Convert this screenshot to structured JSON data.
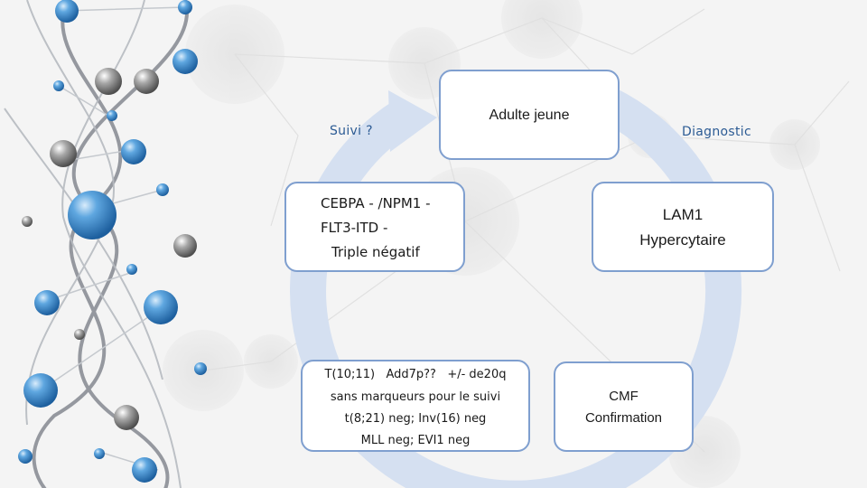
{
  "cycle": {
    "label_left": "Suivi ?",
    "label_right": "Diagnostic"
  },
  "boxes": {
    "top": {
      "line1": "Adulte jeune"
    },
    "left": {
      "line1": "CEBPA - /NPM1 -",
      "line2": "FLT3-ITD -",
      "line3": "Triple négatif"
    },
    "right": {
      "line1": "LAM1",
      "line2": "Hypercytaire"
    },
    "bottom_left": {
      "line1": "T(10;11)   Add7p??   +/- de20q",
      "line2": "sans marqueurs pour le suivi",
      "line3": "t(8;21) neg; Inv(16) neg",
      "line4": "MLL neg; EVI1 neg"
    },
    "bottom_right": {
      "line1": "CMF",
      "line2": "Confirmation"
    }
  },
  "colors": {
    "cycle_arrow": "#d5e0f1",
    "box_border": "#7f9fcf",
    "label_text": "#2c5b94",
    "molecule_blue": "#3f8fd2",
    "molecule_gray": "#9a9a9a"
  }
}
